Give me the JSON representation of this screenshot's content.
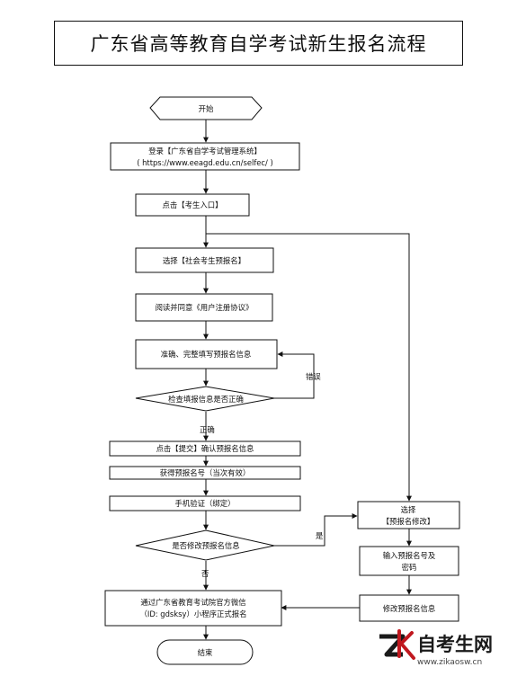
{
  "title": "广东省高等教育自学考试新生报名流程",
  "nodes": {
    "start": "开始",
    "login_l1": "登录【广东省自学考试管理系统】",
    "login_l2": "( https://www.eeagd.edu.cn/selfec/ )",
    "click_entry": "点击【考生入口】",
    "select_social": "选择【社会考生预报名】",
    "read_agree": "阅读并同意《用户注册协议》",
    "fill_info": "准确、完整填写预报名信息",
    "check_info": "检查填报信息是否正确",
    "submit": "点击【提交】确认预报名信息",
    "get_number": "获得预报名号（当次有效）",
    "phone_verify": "手机验证（绑定）",
    "modify_q": "是否修改预报名信息",
    "wechat_l1": "通过广东省教育考试院官方微信",
    "wechat_l2": "（ID: gdsksy）小程序正式报名",
    "end": "结束",
    "select_modify_l1": "选择",
    "select_modify_l2": "【预报名修改】",
    "input_l1": "输入预报名号及",
    "input_l2": "密码",
    "modify_info": "修改预报名信息"
  },
  "edge_labels": {
    "wrong": "错误",
    "correct": "正确",
    "yes": "是",
    "no": "否"
  },
  "watermark": {
    "brand": "自考生网",
    "url": "www.zikaosw.cn",
    "accent": "#c0181f"
  }
}
